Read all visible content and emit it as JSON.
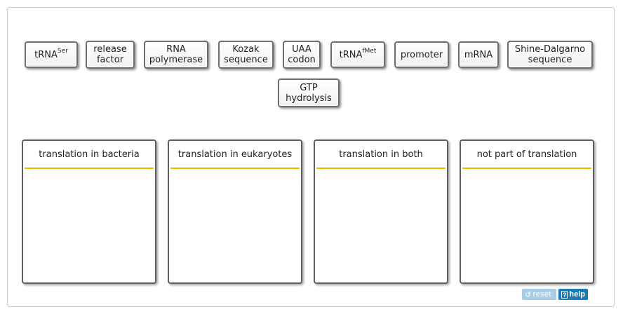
{
  "chips": {
    "trna_ser": {
      "base": "tRNA",
      "sup": "Ser"
    },
    "release": {
      "line1": "release",
      "line2": "factor"
    },
    "rnapol": {
      "line1": "RNA",
      "line2": "polymerase"
    },
    "kozak": {
      "line1": "Kozak",
      "line2": "sequence"
    },
    "uaa": {
      "line1": "UAA",
      "line2": "codon"
    },
    "trna_fmet": {
      "base": "tRNA",
      "sup": "fMet"
    },
    "promoter": {
      "line1": "promoter"
    },
    "mrna": {
      "line1": "mRNA"
    },
    "shine": {
      "line1": "Shine-Dalgarno",
      "line2": "sequence"
    },
    "gtp": {
      "line1": "GTP",
      "line2": "hydrolysis"
    }
  },
  "bins": [
    {
      "label": "translation in bacteria"
    },
    {
      "label": "translation in eukaryotes"
    },
    {
      "label": "translation in both"
    },
    {
      "label": "not part of translation"
    }
  ],
  "controls": {
    "reset_label": "reset",
    "help_label": "help",
    "reset_icon": "reset-icon",
    "help_icon": "question-icon"
  },
  "colors": {
    "bin_underline": "#f2b500",
    "help_bg": "#1a79b8",
    "reset_bg": "#a9cde6"
  }
}
